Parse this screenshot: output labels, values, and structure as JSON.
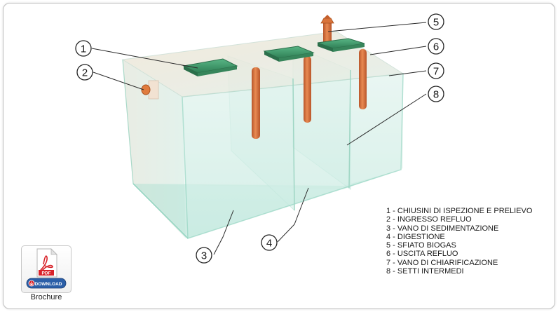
{
  "callouts": [
    "1",
    "2",
    "3",
    "4",
    "5",
    "6",
    "7",
    "8"
  ],
  "legend": [
    "1 - CHIUSINI DI ISPEZIONE E PRELIEVO",
    "2 - INGRESSO REFLUO",
    "3 - VANO DI SEDIMENTAZIONE",
    "4 - DIGESTIONE",
    "5 - SFIATO BIOGAS",
    "6 - USCITA REFLUO",
    "7 - VANO DI CHIARIFICAZIONE",
    "8 - SETTI INTERMEDI"
  ],
  "brochure": {
    "badge": "PDF",
    "button": "DOWNLOAD",
    "caption": "Brochure"
  },
  "colors": {
    "tank_glass": "#cfeee6",
    "tank_edge": "#8fd3bf",
    "lid": "#3f9a6a",
    "pipe": "#d9733a",
    "pdf_red": "#d8232a",
    "download_blue": "#2b5fa8"
  }
}
